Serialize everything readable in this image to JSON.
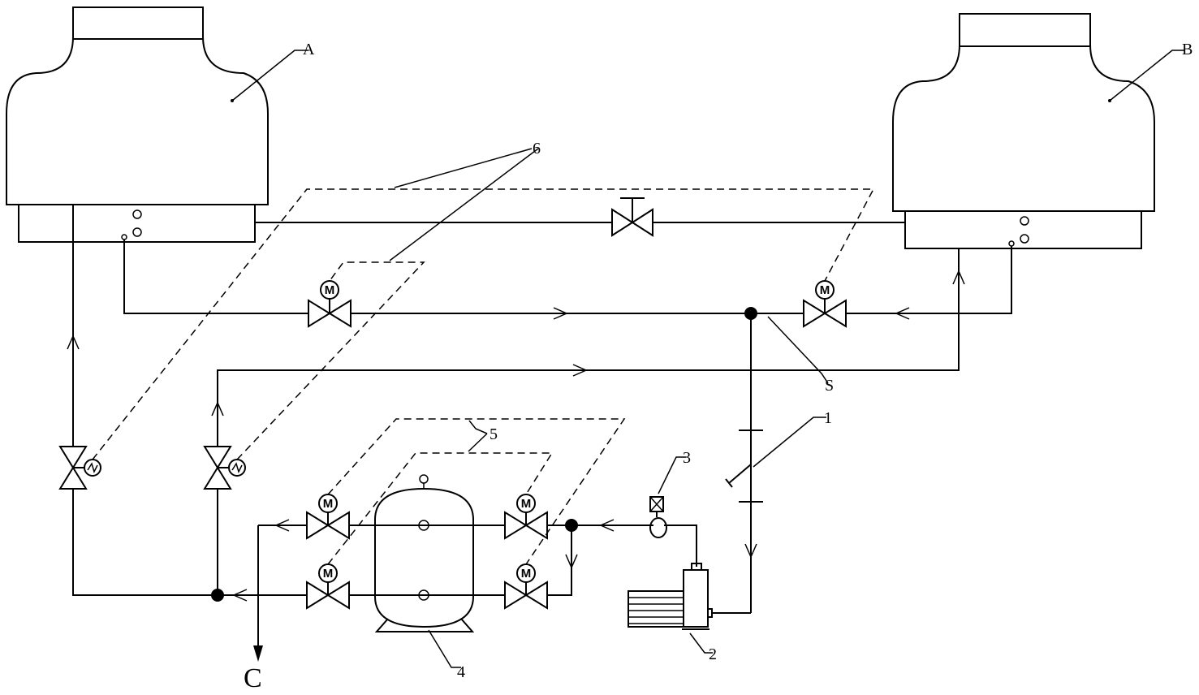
{
  "labels": {
    "tower_a": "A",
    "tower_b": "B",
    "outlet_c": "C",
    "bypass_s": "S",
    "pipe_1": "1",
    "pump_2": "2",
    "valve_3": "3",
    "tank_4": "4",
    "signal_5": "5",
    "signal_6": "6"
  },
  "symbols": {
    "motor_letter": "M"
  }
}
